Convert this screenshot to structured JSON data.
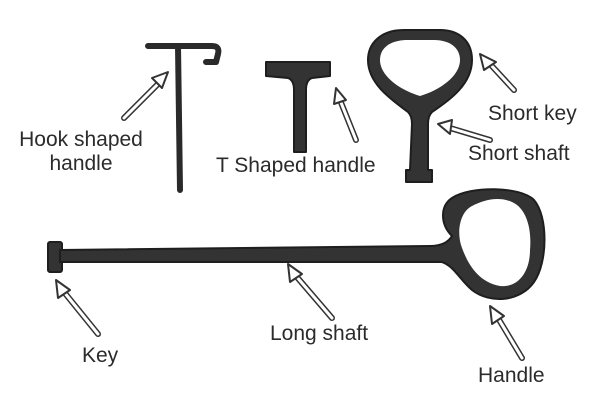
{
  "labels": {
    "hook_line1": "Hook shaped",
    "hook_line2": "handle",
    "t_shaped": "T Shaped handle",
    "short_key": "Short key",
    "short_shaft": "Short shaft",
    "key": "Key",
    "long_shaft": "Long shaft",
    "handle": "Handle"
  },
  "colors": {
    "tool": "#3a3a3a",
    "tool_outline": "#1e1e1e",
    "arrow_fill": "#ffffff",
    "arrow_stroke": "#333333",
    "text": "#2b2b2b"
  }
}
